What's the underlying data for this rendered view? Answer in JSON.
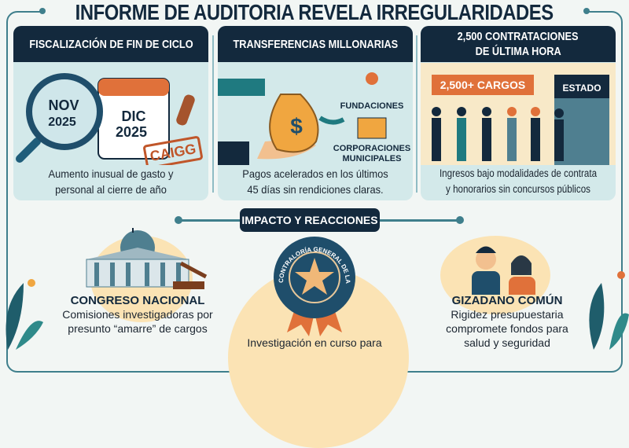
{
  "title": "INFORME DE AUDITORIA REVELA IRREGULARIDADES",
  "panels": [
    {
      "header": "FISCALIZACIÓN DE FIN DE CICLO",
      "labels": {
        "nov": "NOV",
        "nov_year": "2025",
        "dic": "DIC",
        "dic_year": "2025",
        "stamp": "CAIGG"
      },
      "description_lines": [
        "Aumento inusual de gasto y",
        "personal al cierre de año"
      ]
    },
    {
      "header": "TRANSFERENCIAS MILLONARIAS",
      "labels": {
        "foundations": "FUNDACIONES",
        "corps_1": "CORPORACIONES",
        "corps_2": "MUNICIPALES"
      },
      "description_lines": [
        "Pagos acelerados en los últimos",
        "45 días sin rendiciones claras."
      ]
    },
    {
      "header_lines": [
        "2,500 CONTRATACIONES",
        "DE ÚLTIMA HORA"
      ],
      "labels": {
        "banner": "2,500+ CARGOS",
        "building": "ESTADO"
      },
      "description_lines": [
        "Ingresos bajo modalidades de contrata",
        "y honorarios sin concursos públicos"
      ]
    }
  ],
  "impact": {
    "label": "IMPACTO Y REACCIONES",
    "congress": {
      "title": "CONGRESO NACIONAL",
      "lines": [
        "Comisiones investigadoras por",
        "presunto “amarre” de cargos"
      ]
    },
    "contraloria": {
      "seal_text": "CONTRALORÍA GENERAL DE LA REPÚBLICA",
      "lines": [
        "Investigación en curso para"
      ]
    },
    "citizen": {
      "title": "GIZADANO COMÚN",
      "lines": [
        "Rigidez presupuestaria",
        "compromete fondos para",
        "salud y seguridad"
      ]
    }
  },
  "colors": {
    "navy": "#13293d",
    "teal": "#3f7f8c",
    "orange": "#e0713a",
    "panel": "#d3e9ea"
  }
}
